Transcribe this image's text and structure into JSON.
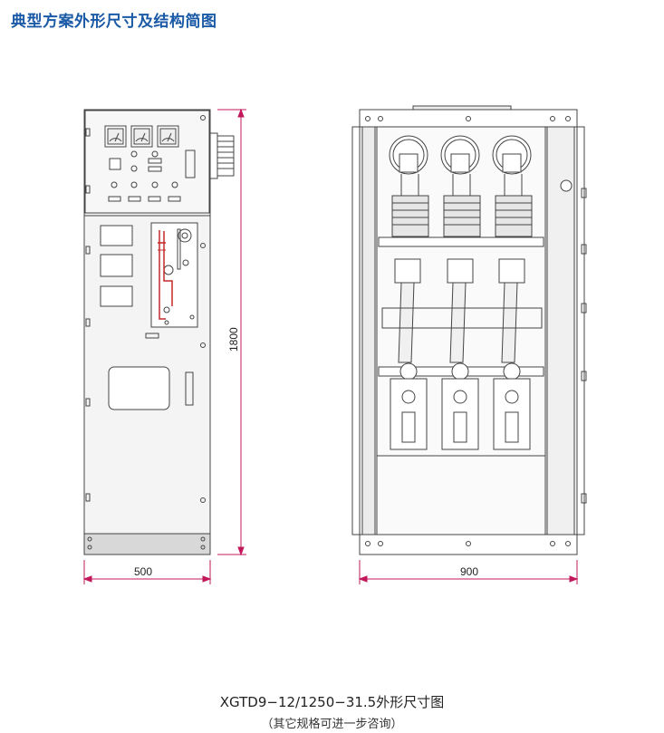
{
  "header": {
    "title": "典型方案外形尺寸及结构简图"
  },
  "dimensions": {
    "front_width": "500",
    "height": "1800",
    "side_depth": "900"
  },
  "caption": {
    "model": "XGTD9−12/1250−31.5外形尺寸图",
    "note": "（其它规格可进一步咨询）"
  },
  "colors": {
    "title": "#1a5aa6",
    "dimension_line": "#c2185b",
    "wiring": "#c62828",
    "panel_fill": "#f2f2f2",
    "base_fill": "#d8d8d8"
  }
}
